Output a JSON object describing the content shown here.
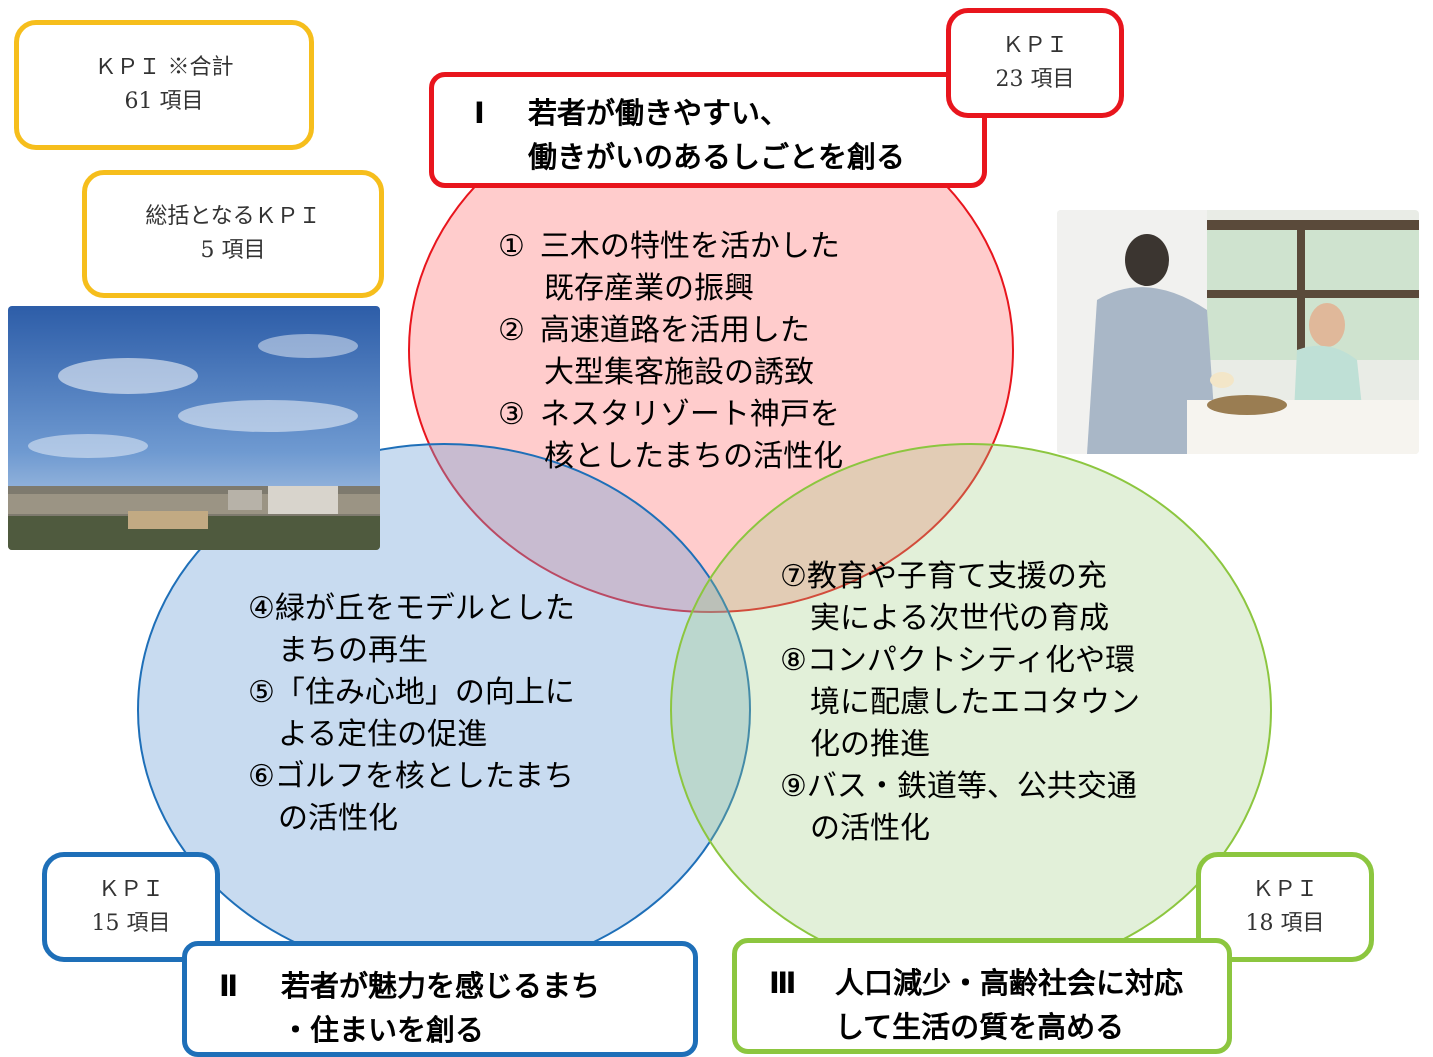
{
  "summary_kpi": {
    "line1": "ＫＰＩ ※合計",
    "line2": "61 項目"
  },
  "overall_kpi": {
    "line1": "総括となるＫＰＩ",
    "line2": "5 項目"
  },
  "theme1": {
    "num": "Ⅰ",
    "title_line1": "若者が働きやすい、",
    "title_line2": "働きがいのあるしごとを創る",
    "kpi": {
      "line1": "ＫＰＩ",
      "line2": "23 項目"
    },
    "items": [
      {
        "num": "①",
        "line1": "三木の特性を活かした",
        "line2": "既存産業の振興"
      },
      {
        "num": "②",
        "line1": "高速道路を活用した",
        "line2": "大型集客施設の誘致"
      },
      {
        "num": "③",
        "line1": "ネスタリゾート神戸を",
        "line2": "核としたまちの活性化"
      }
    ]
  },
  "theme2": {
    "num": "Ⅱ",
    "title_line1": "若者が魅力を感じるまち",
    "title_line2": "・住まいを創る",
    "kpi": {
      "line1": "ＫＰＩ",
      "line2": "15 項目"
    },
    "items": [
      {
        "line1": "④緑が丘をモデルとした",
        "line2": "まちの再生"
      },
      {
        "line1": "⑤「住み心地」の向上に",
        "line2": "よる定住の促進"
      },
      {
        "line1": "⑥ゴルフを核としたまち",
        "line2": "の活性化"
      }
    ]
  },
  "theme3": {
    "num": "Ⅲ",
    "title_line1": "人口減少・高齢社会に対応",
    "title_line2": "して生活の質を高める",
    "kpi": {
      "line1": "ＫＰＩ",
      "line2": "18 項目"
    },
    "items": [
      {
        "line1": "⑦教育や子育て支援の充",
        "line2": "実による次世代の育成"
      },
      {
        "line1": "⑧コンパクトシティ化や環",
        "line2": "境に配慮したエコタウン",
        "line3": "化の推進"
      },
      {
        "line1": "⑨バス・鉄道等、公共交通",
        "line2": "の活性化"
      }
    ]
  },
  "colors": {
    "yellow": "#f6be1c",
    "red": "#e8151d",
    "blue": "#1e6fb8",
    "green": "#8cc63f"
  }
}
